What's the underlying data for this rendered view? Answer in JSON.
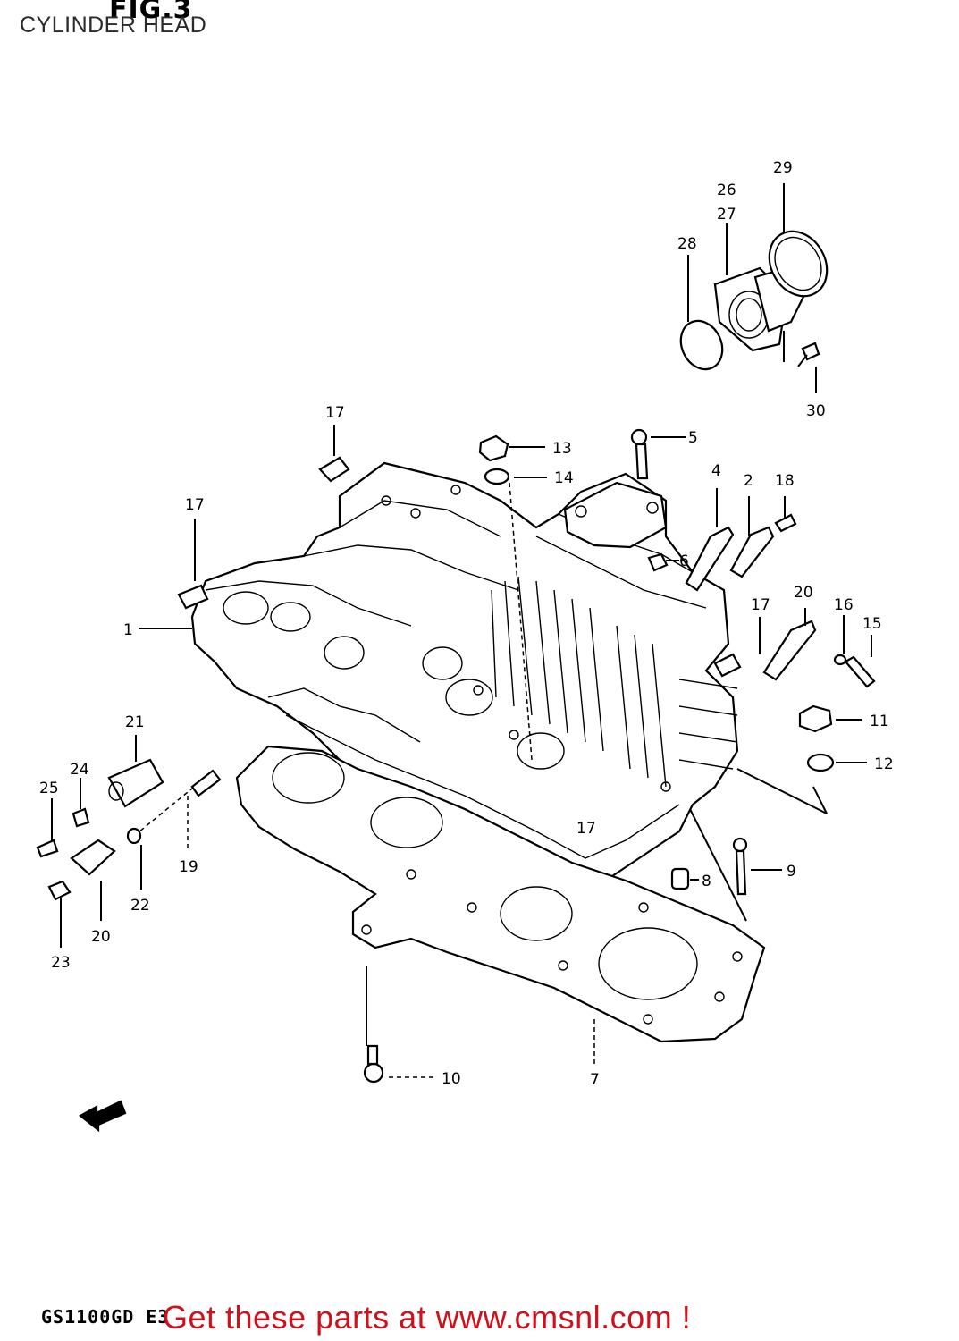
{
  "figure": {
    "title": "FIG.3",
    "caption": "CYLINDER HEAD",
    "model_code": "GS1100GD E3"
  },
  "footer": {
    "text": "Get these parts at www.cmsnl.com !",
    "color": "#d0101b"
  },
  "callouts": [
    {
      "id": "1",
      "text": "1"
    },
    {
      "id": "2",
      "text": "2"
    },
    {
      "id": "4",
      "text": "4"
    },
    {
      "id": "5",
      "text": "5"
    },
    {
      "id": "6",
      "text": "6"
    },
    {
      "id": "7",
      "text": "7"
    },
    {
      "id": "8",
      "text": "8"
    },
    {
      "id": "9",
      "text": "9"
    },
    {
      "id": "10",
      "text": "10"
    },
    {
      "id": "11",
      "text": "11"
    },
    {
      "id": "12",
      "text": "12"
    },
    {
      "id": "13",
      "text": "13"
    },
    {
      "id": "14",
      "text": "14"
    },
    {
      "id": "15",
      "text": "15"
    },
    {
      "id": "16",
      "text": "16"
    },
    {
      "id": "17a",
      "text": "17"
    },
    {
      "id": "17b",
      "text": "17"
    },
    {
      "id": "17c",
      "text": "17"
    },
    {
      "id": "17d",
      "text": "17"
    },
    {
      "id": "18",
      "text": "18"
    },
    {
      "id": "19",
      "text": "19"
    },
    {
      "id": "20a",
      "text": "20"
    },
    {
      "id": "20b",
      "text": "20"
    },
    {
      "id": "21",
      "text": "21"
    },
    {
      "id": "22",
      "text": "22"
    },
    {
      "id": "23",
      "text": "23"
    },
    {
      "id": "24",
      "text": "24"
    },
    {
      "id": "25",
      "text": "25"
    },
    {
      "id": "26",
      "text": "26"
    },
    {
      "id": "27",
      "text": "27"
    },
    {
      "id": "28",
      "text": "28"
    },
    {
      "id": "29",
      "text": "29"
    },
    {
      "id": "30",
      "text": "30"
    }
  ]
}
